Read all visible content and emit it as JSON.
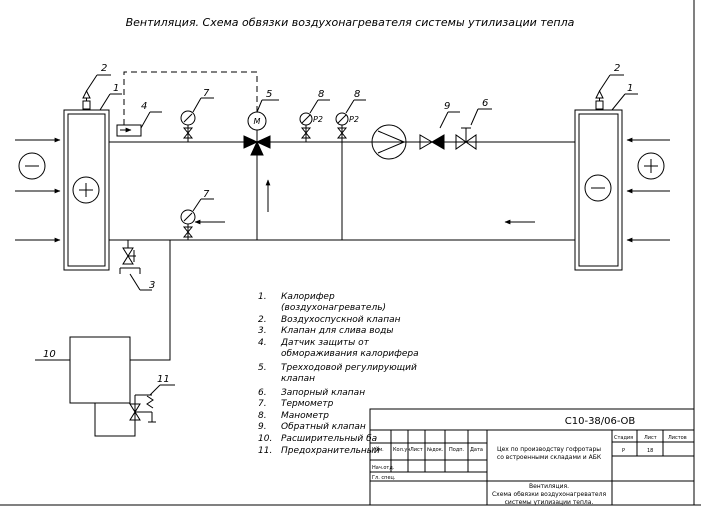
{
  "title": "Вентиляция. Схема обвязки воздухонагревателя системы утилизации тепла",
  "callouts": {
    "c1_left": "1",
    "c2_left": "2",
    "c4": "4",
    "c7_top": "7",
    "c5": "5",
    "c8_a": "8",
    "c8_b": "8",
    "c9": "9",
    "c6": "6",
    "c2_right": "2",
    "c1_right": "1",
    "c7_bottom": "7",
    "c3": "3",
    "c10": "10",
    "c11": "11"
  },
  "symbols": {
    "motor": "M",
    "p2_a": "P2",
    "p2_b": "P2"
  },
  "legend": [
    {
      "num": "1.",
      "text": "Калорифер"
    },
    {
      "num": "",
      "text": "(воздухонагреватель)"
    },
    {
      "num": "2.",
      "text": "Воздухоспускной клапан"
    },
    {
      "num": "3.",
      "text": "Клапан для слива воды"
    },
    {
      "num": "4.",
      "text": "Датчик защиты от"
    },
    {
      "num": "",
      "text": "обмораживания калорифера"
    },
    {
      "num": "5.",
      "text": "Трехходовой регулирующий"
    },
    {
      "num": "",
      "text": "клапан"
    },
    {
      "num": "6.",
      "text": "Запорный клапан"
    },
    {
      "num": "7.",
      "text": "Термометр"
    },
    {
      "num": "8.",
      "text": "Манометр"
    },
    {
      "num": "9.",
      "text": "Обратный клапан"
    },
    {
      "num": "10.",
      "text": "Расширительный ба"
    },
    {
      "num": "11.",
      "text": "Предохранительный"
    }
  ],
  "titleblock": {
    "code": "С10-38/06-ОВ",
    "org_line1": "Цех по производству гофротары",
    "org_line2": "со встроенными складами и АБК",
    "stage_h": "Стадия",
    "sheet_h": "Лист",
    "sheets_h": "Листов",
    "stage": "Р",
    "sheet": "18",
    "cols": [
      "Изм.",
      "Кол.уч",
      "Лист",
      "№док.",
      "Подп.",
      "Дата"
    ],
    "role1": "Нач.отд.",
    "role2": "Гл. спец.",
    "desc_line1": "Вентиляция.",
    "desc_line2": "Схема обвязки воздухонагревателя",
    "desc_line3": "системы утилизации тепла."
  }
}
